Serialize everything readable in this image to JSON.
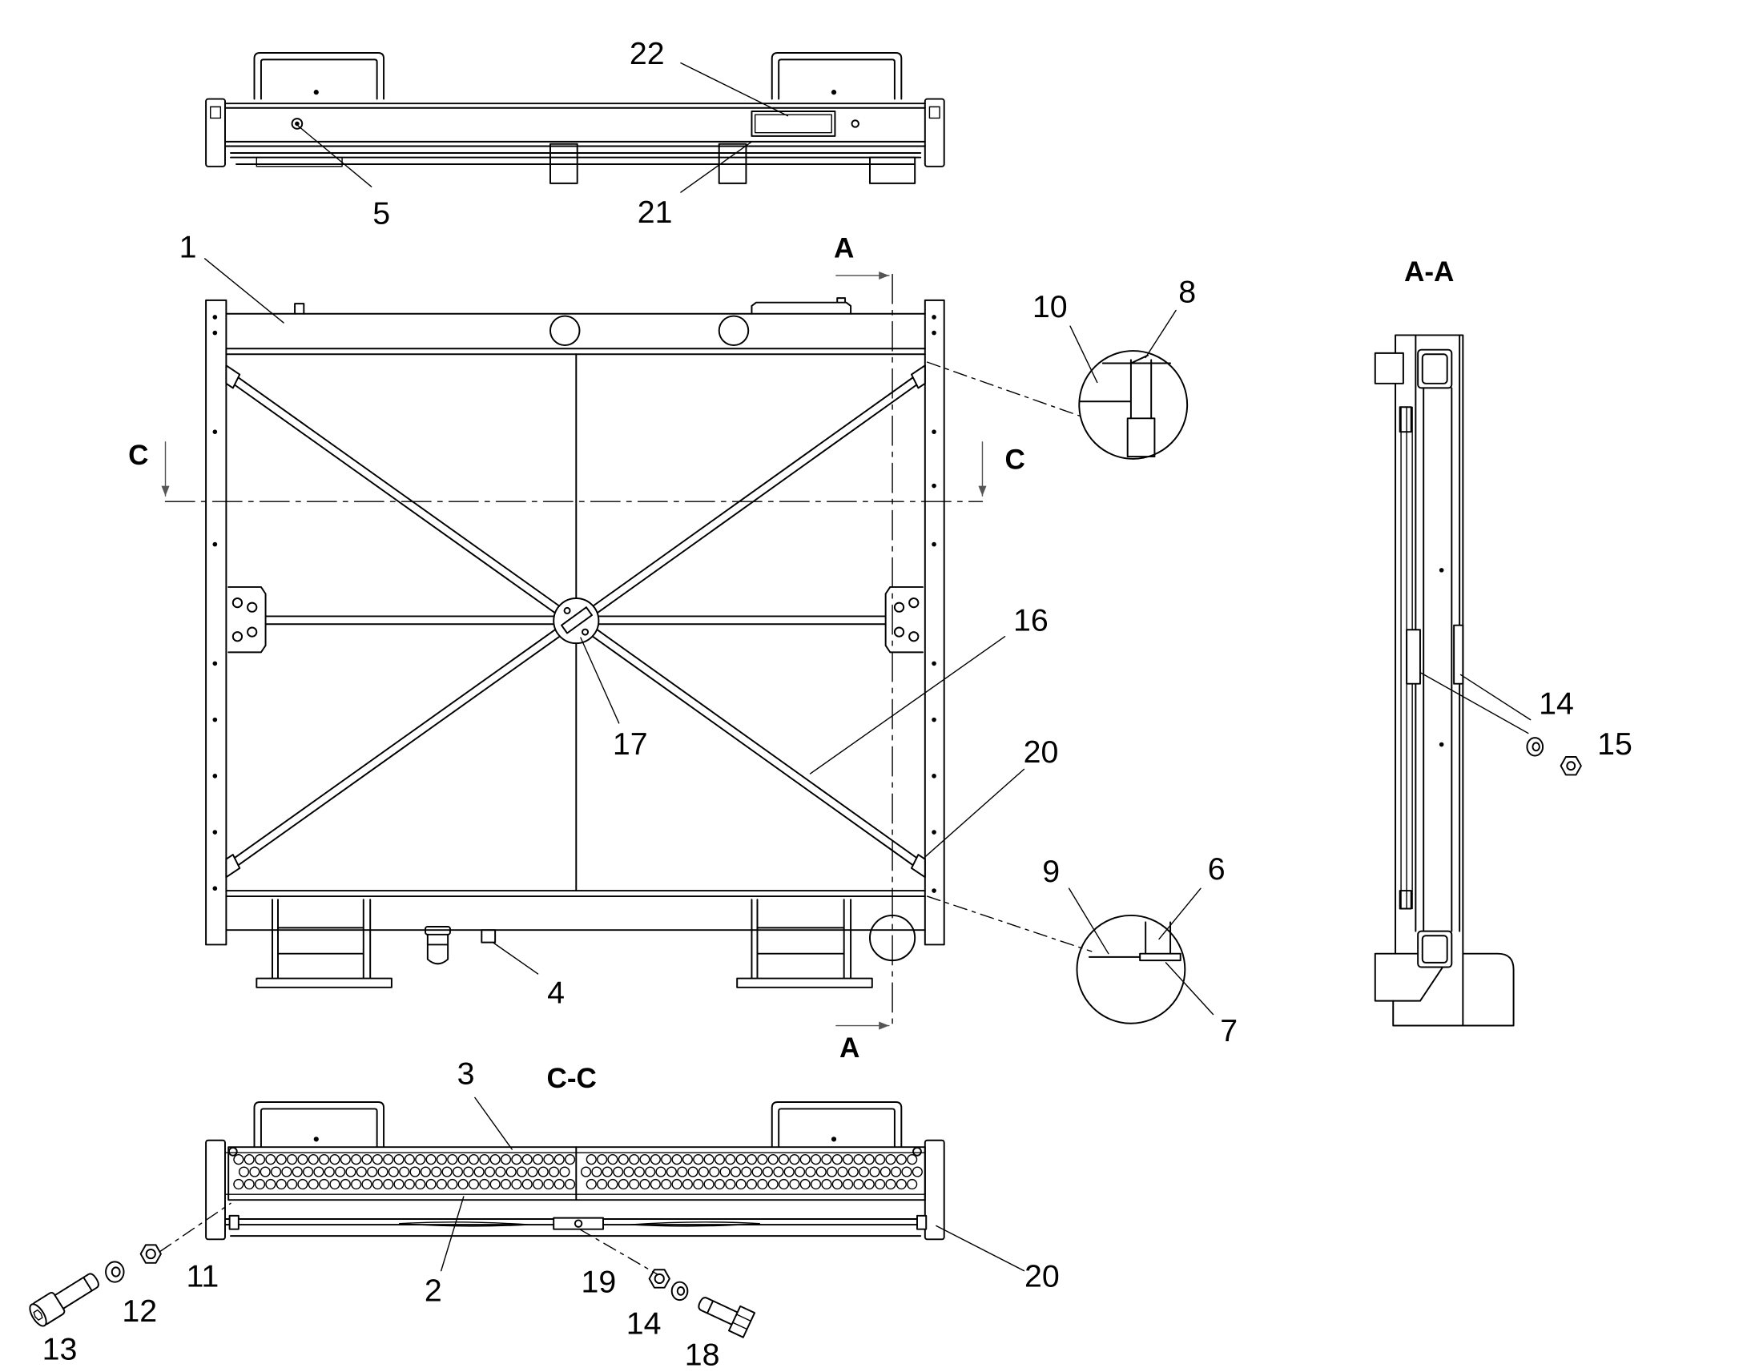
{
  "section_titles": {
    "aa": "A-A",
    "cc": "C-C"
  },
  "section_marks": {
    "a_top": "A",
    "a_bottom": "A",
    "c_left": "C",
    "c_right": "C"
  },
  "callouts": {
    "top_view": {
      "p22": "22",
      "p5": "5",
      "p21": "21"
    },
    "front_view": {
      "p1": "1",
      "p16": "16",
      "p17": "17",
      "p20": "20",
      "p4": "4"
    },
    "detail_upper": {
      "p10": "10",
      "p8": "8"
    },
    "detail_lower": {
      "p9": "9",
      "p6": "6",
      "p7": "7"
    },
    "section_aa": {
      "p14": "14",
      "p15": "15"
    },
    "section_cc": {
      "p3": "3",
      "p2": "2",
      "p11": "11",
      "p12": "12",
      "p13": "13",
      "p19": "19",
      "p14": "14",
      "p18": "18",
      "p20": "20"
    }
  },
  "colors": {
    "ink": "#000000",
    "paper": "#ffffff",
    "section_arrow": "#555555"
  }
}
